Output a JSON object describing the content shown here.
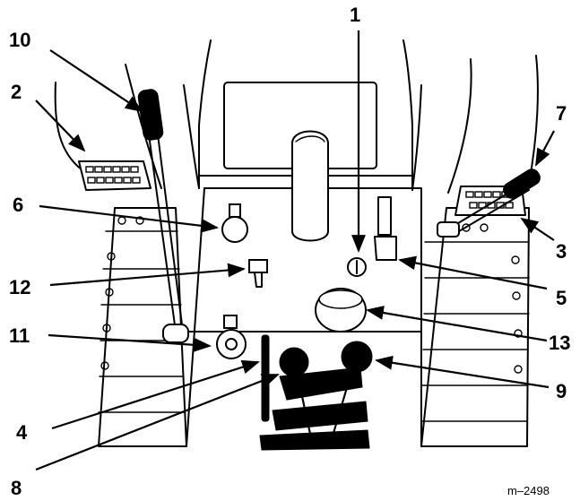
{
  "figure_id": "m–2498",
  "callouts": {
    "c1": "1",
    "c2": "2",
    "c3": "3",
    "c4": "4",
    "c5": "5",
    "c6": "6",
    "c7": "7",
    "c8": "8",
    "c9": "9",
    "c10": "10",
    "c11": "11",
    "c12": "12",
    "c13": "13"
  }
}
